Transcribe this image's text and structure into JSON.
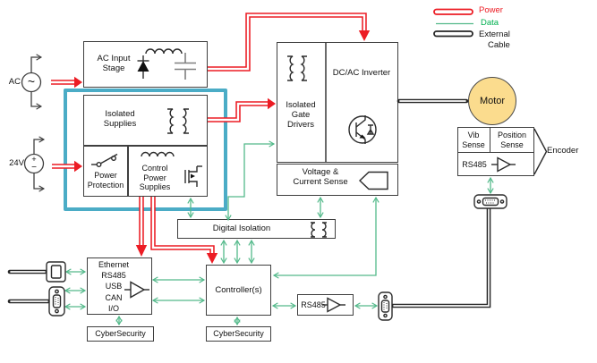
{
  "legend": {
    "power": "Power",
    "data": "Data",
    "external": "External",
    "cable": "Cable"
  },
  "sources": {
    "ac_label": "AC",
    "ac_symbol": "~",
    "dc_label": "24V",
    "plus": "+",
    "minus": "−"
  },
  "power_stage": {
    "ac_input": "AC Input Stage",
    "isolated_supplies": "Isolated Supplies",
    "power_protection": "Power Protection",
    "control_power": "Control Power Supplies"
  },
  "drive": {
    "gate_drivers": "Isolated Gate Drivers",
    "inverter": "DC/AC Inverter",
    "sense_line1": "Voltage &",
    "sense_line2": "Current Sense"
  },
  "motor": {
    "label": "Motor"
  },
  "feedback": {
    "vib": "Vib Sense",
    "position": "Position Sense",
    "rs485": "RS485",
    "encoder": "Encoder"
  },
  "isolation": {
    "digital": "Digital Isolation"
  },
  "comms": {
    "lines": [
      "Ethernet",
      "RS485",
      "USB",
      "CAN",
      "I/O"
    ]
  },
  "control": {
    "controller": "Controller(s)",
    "rs485": "RS485",
    "cyber_left": "CyberSecurity",
    "cyber_right": "CyberSecurity"
  },
  "colors": {
    "power": "#EC1C24",
    "data_line": "#53B98A",
    "data_text": "#00B050",
    "external_cable": "#262626",
    "enclosure": "#4BACC6",
    "motor_fill": "#FBDC8E"
  }
}
